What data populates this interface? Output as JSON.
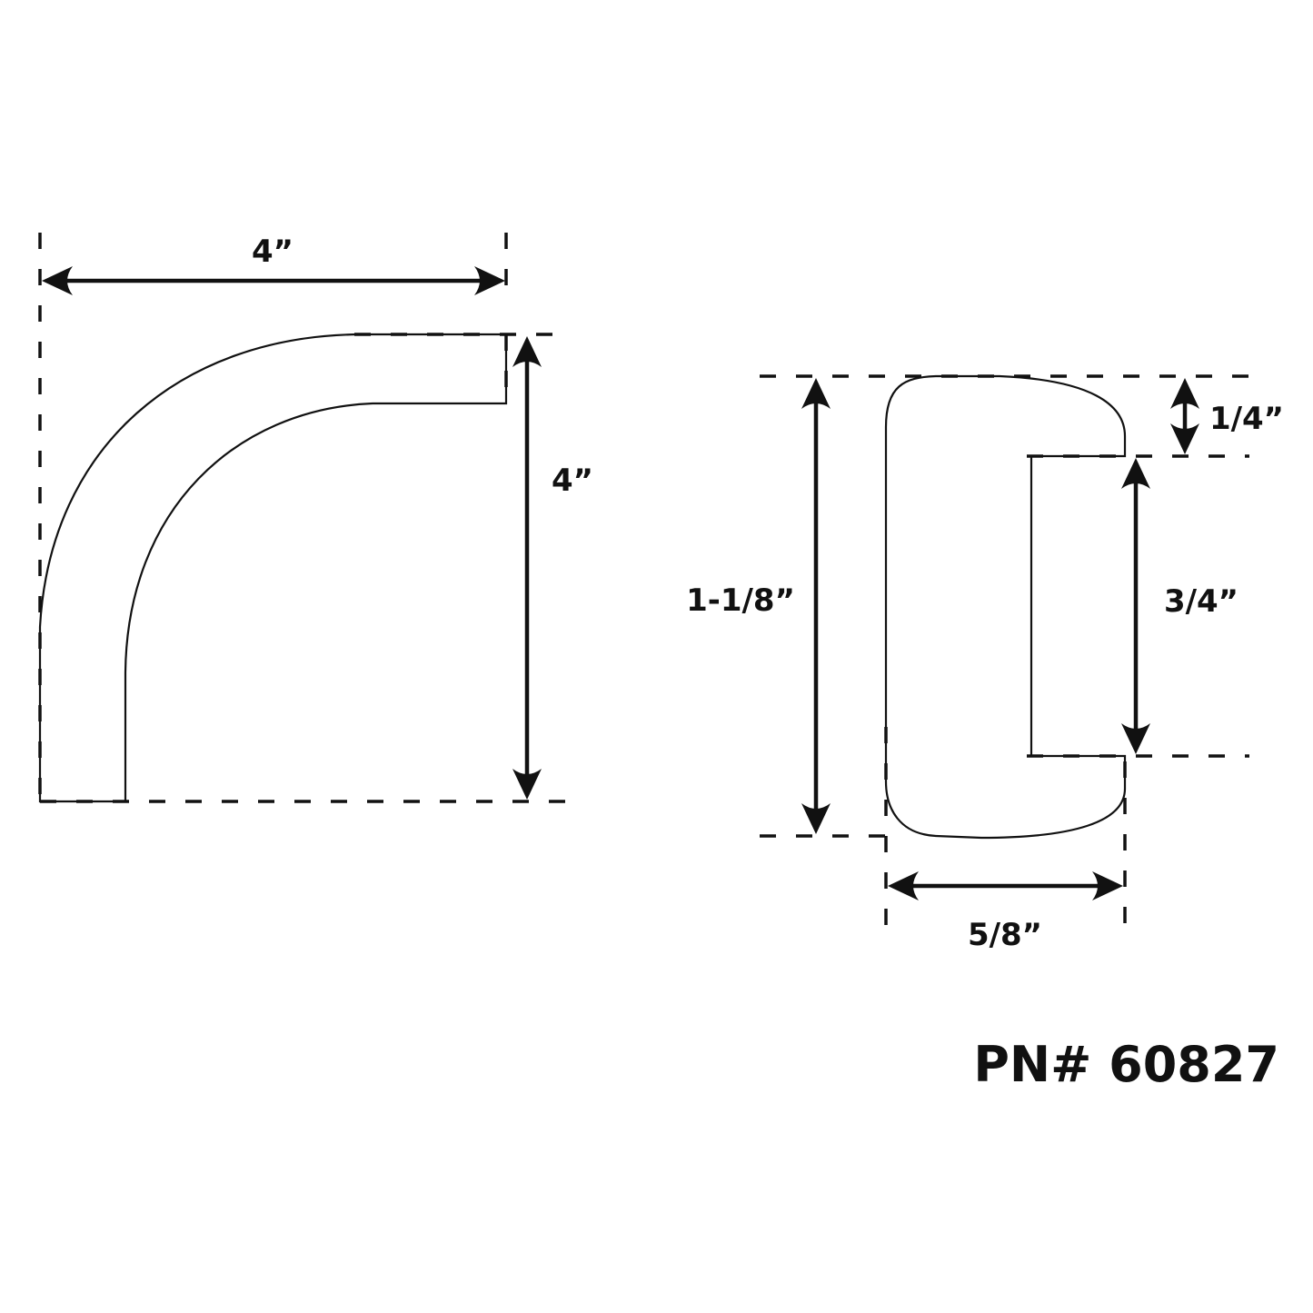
{
  "title": "Molding profile technical drawing",
  "colors": {
    "ink": "#111111",
    "background": "#ffffff"
  },
  "side_view": {
    "width_label": "4”",
    "height_label": "4”"
  },
  "cross_section": {
    "total_height_label": "1-1/8”",
    "top_lip_label": "1/4”",
    "channel_height_label": "3/4”",
    "width_label": "5/8”"
  },
  "part_number": "PN# 60827"
}
